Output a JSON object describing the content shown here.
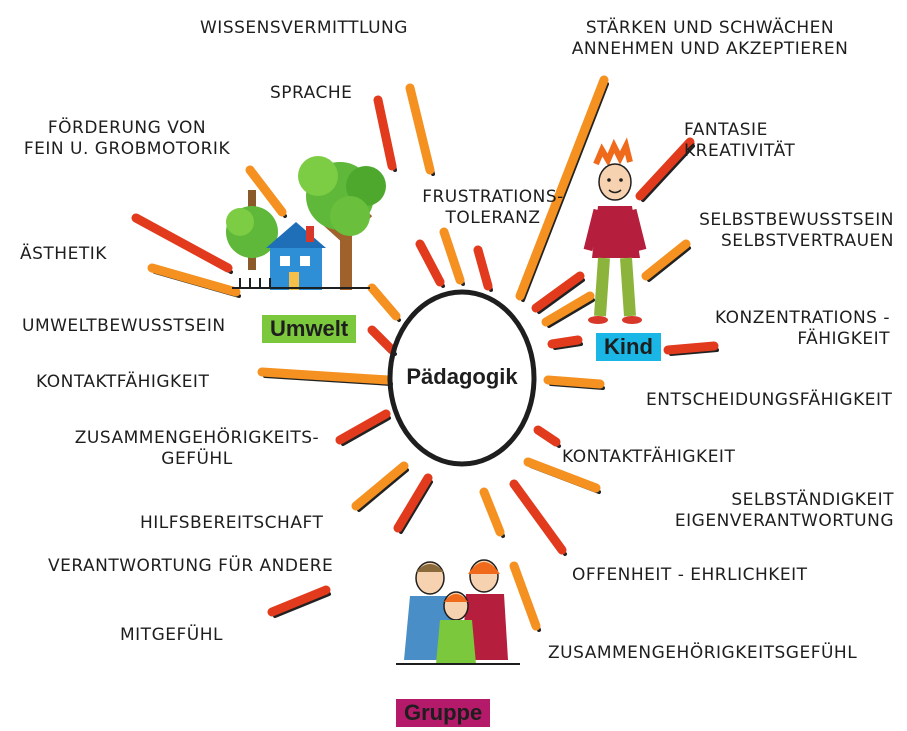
{
  "center": "Pädagogik",
  "groups": {
    "umwelt": "Umwelt",
    "kind": "Kind",
    "gruppe": "Gruppe"
  },
  "labels": {
    "wissensvermittlung": "Wissensvermittlung",
    "sprache": "Sprache",
    "foerderung": "Förderung von\nFein u. Grobmotorik",
    "aesthetik": "Ästhetik",
    "umweltbewusstsein": "Umweltbewusstsein",
    "kontaktfaehigkeit_left": "Kontaktfähigkeit",
    "zusammengehoerigkeit_left": "Zusammengehörigkeits-\nGefühl",
    "hilfsbereitschaft": "Hilfsbereitschaft",
    "verantwortung": "Verantwortung für andere",
    "mitgefuehl": "Mitgefühl",
    "frustration": "Frustrations-\nToleranz",
    "staerken": "Stärken und Schwächen\nannehmen und akzeptieren",
    "fantasie": "Fantasie\nKreativität",
    "selbstbewusstsein": "Selbstbewusstsein\nSelbstvertrauen",
    "konzentration": "Konzentrations -\nFähigkeit",
    "entscheidung": "Entscheidungsfähigkeit",
    "kontaktfaehigkeit_right": "Kontaktfähigkeit",
    "selbstaendigkeit": "Selbständigkeit\nEigenverantwortung",
    "offenheit": "Offenheit - Ehrlichkeit",
    "zusammengehoerigkeit_right": "Zusammengehörigkeitsgefühl"
  },
  "colors": {
    "ray_red": "#e23a1c",
    "ray_orange": "#f49120",
    "shadow": "#222222",
    "umwelt": "#7cc83c",
    "kind": "#19b6e6",
    "gruppe": "#b4196a"
  },
  "icons": [
    "house-tree-icon",
    "child-figure-icon",
    "family-group-icon"
  ]
}
